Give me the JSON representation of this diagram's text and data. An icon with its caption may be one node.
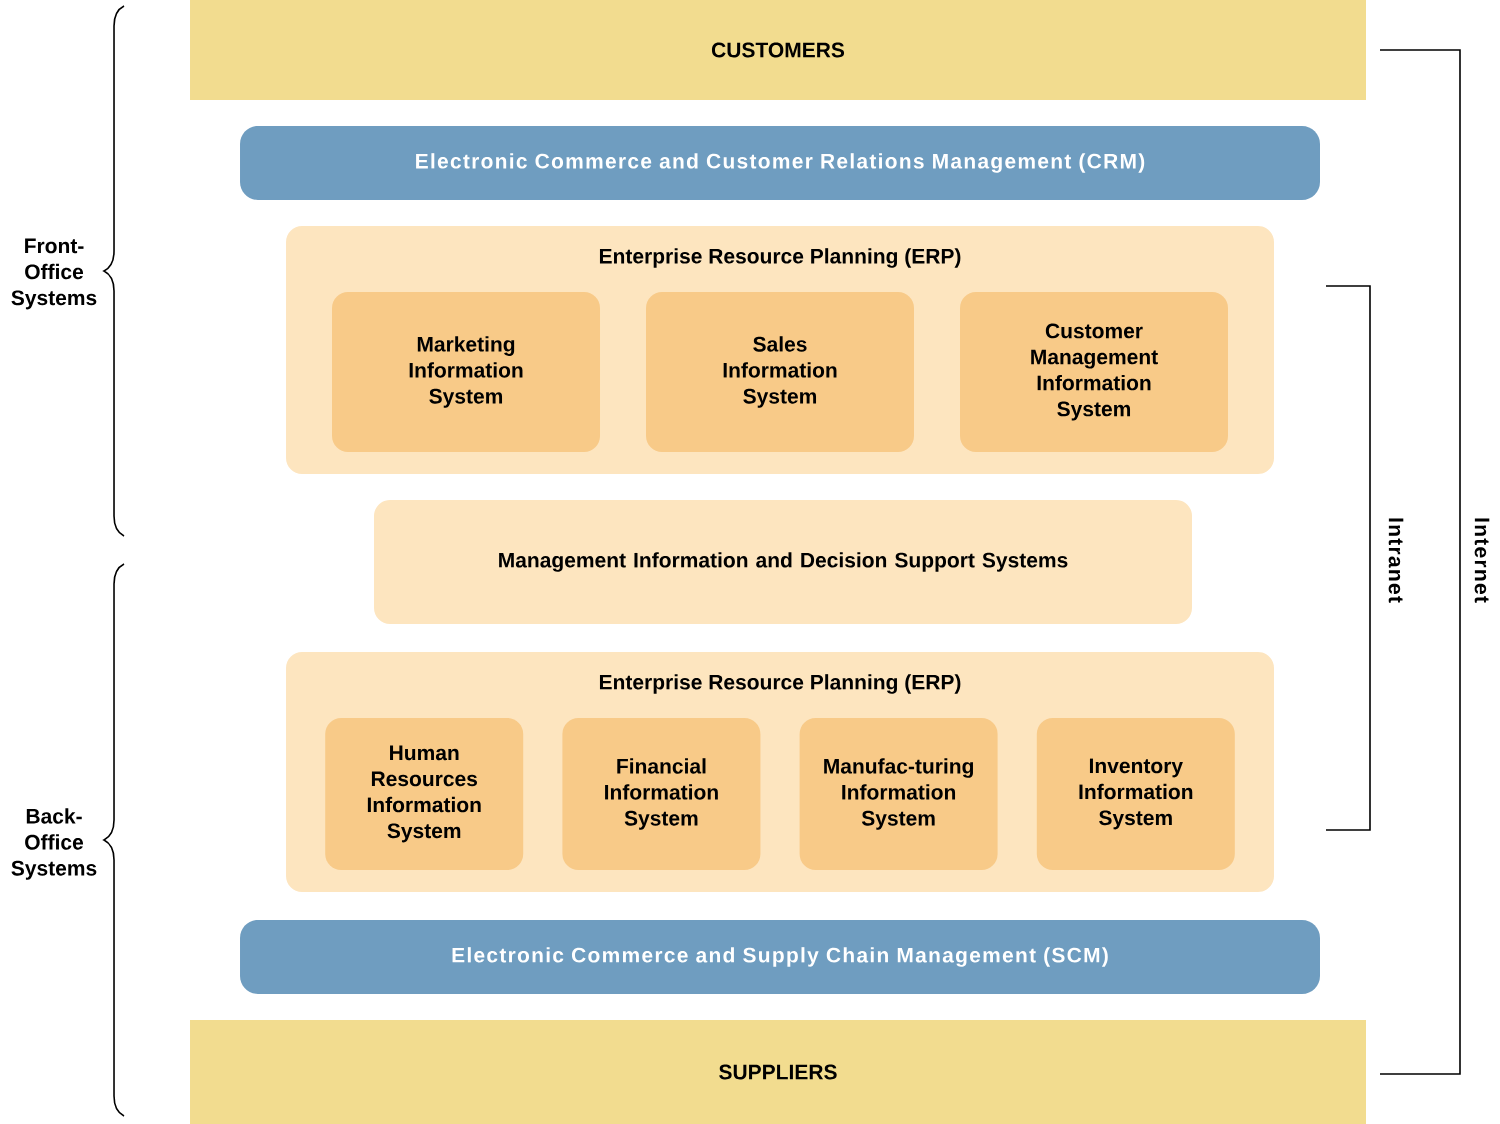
{
  "diagram": {
    "nodes": [
      {
        "text": [
          "CUSTOMERS"
        ]
      },
      {
        "text": [
          "Electronic Commerce and Customer Relations Management (CRM)"
        ]
      },
      {
        "text": [
          "Enterprise Resource Planning (ERP)"
        ]
      },
      {
        "text": [
          "Marketing Information System"
        ],
        "in": 2
      },
      {
        "text": [
          "Sales Information System"
        ],
        "in": 2
      },
      {
        "text": [
          "Customer Management Information System"
        ],
        "in": 2
      },
      {
        "text": [
          "Management Information and Decision Support Systems"
        ]
      },
      {
        "text": [
          "Enterprise Resource Planning (ERP)"
        ]
      },
      {
        "text": [
          "Human Resources Information System"
        ],
        "in": 7
      },
      {
        "text": [
          "Financial Information System"
        ],
        "in": 7
      },
      {
        "text": [
          "Manufac-turing Information System"
        ],
        "in": 7
      },
      {
        "text": [
          "Inventory Information System"
        ],
        "in": 7
      },
      {
        "text": [
          "Electronic Commerce and Supply Chain Management (SCM)"
        ]
      },
      {
        "text": [
          "SUPPLIERS"
        ]
      }
    ],
    "labels": [
      "Front-Office Systems",
      "Back-Office Systems",
      "Intranet",
      "Internet"
    ]
  }
}
